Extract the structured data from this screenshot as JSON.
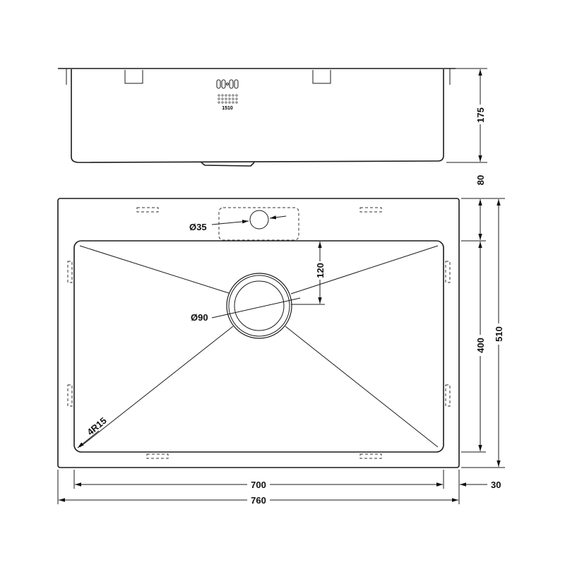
{
  "side_view": {
    "height_label": "175",
    "drain_depth_label": "80",
    "overflow_label": "1510"
  },
  "top_view": {
    "tap_hole_label": "Ø35",
    "drain_label": "Ø90",
    "drain_offset_label": "120",
    "corner_radius_label": "4R15",
    "flange_depth_label": "80",
    "bowl_depth_label": "400",
    "overall_depth_label": "510",
    "bowl_width_label": "700",
    "flange_side_label": "30",
    "overall_width_label": "760"
  },
  "colors": {
    "line": "#1a1a1a",
    "background": "#ffffff"
  }
}
